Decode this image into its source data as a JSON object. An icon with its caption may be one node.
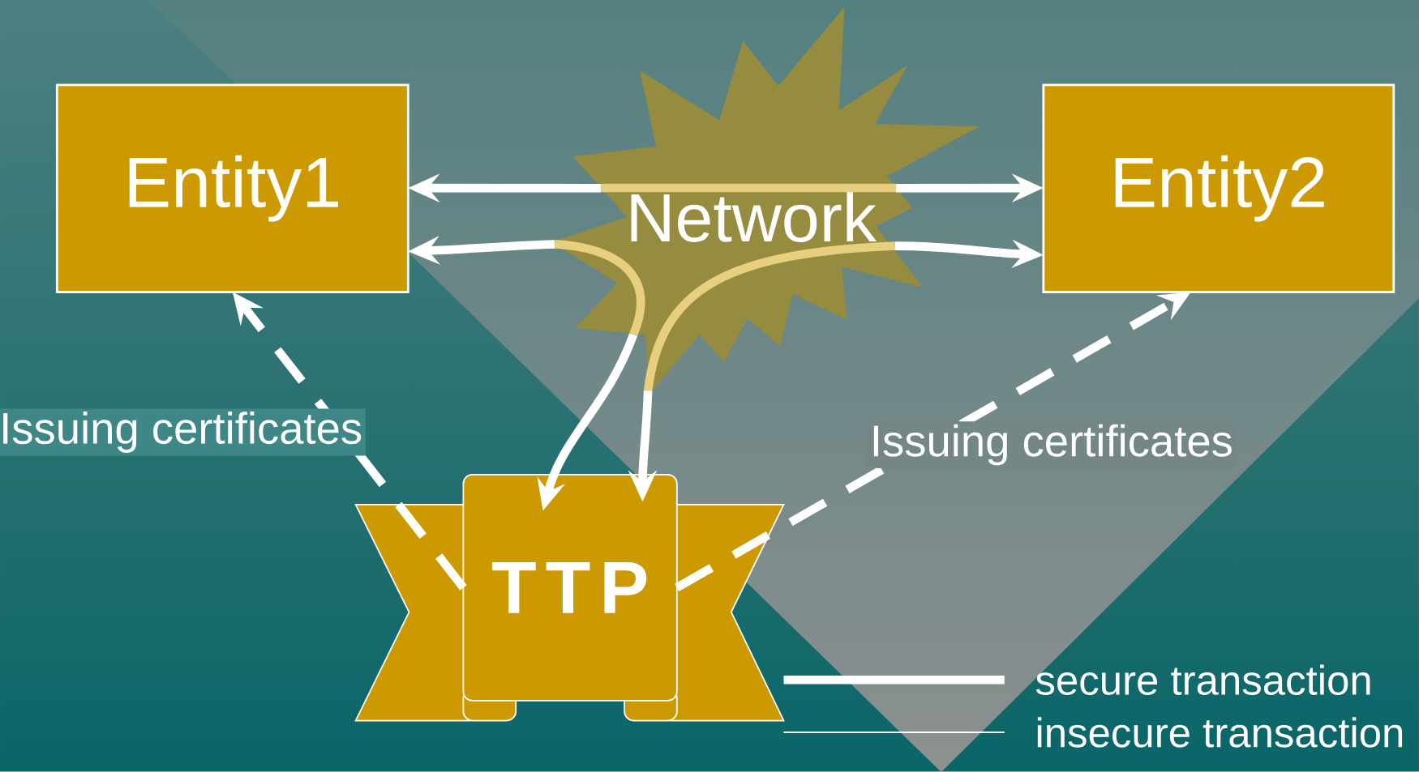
{
  "diagram": {
    "nodes": [
      {
        "text": [
          "Entity1"
        ]
      },
      {
        "text": [
          "Network"
        ]
      },
      {
        "text": [
          "Entity2"
        ]
      },
      {
        "text": [
          "TTP"
        ]
      }
    ],
    "edges": [
      {
        "from": 1,
        "to": 0,
        "arrow": "to"
      },
      {
        "from": 1,
        "to": 2,
        "arrow": "to"
      },
      {
        "from": 1,
        "to": 0,
        "arrow": "to"
      },
      {
        "from": 1,
        "to": 2,
        "arrow": "to"
      },
      {
        "from": 1,
        "to": 3,
        "arrow": "to"
      },
      {
        "from": 1,
        "to": 3,
        "arrow": "to"
      },
      {
        "from": 3,
        "to": 0,
        "arrow": "to",
        "style": "dashed",
        "label": "Issuing certificates"
      },
      {
        "from": 3,
        "to": 2,
        "arrow": "to",
        "style": "dashed",
        "label": "Issuing certificates"
      }
    ],
    "legend": [
      {
        "text": "secure transaction"
      },
      {
        "text": "insecure transaction"
      }
    ]
  }
}
